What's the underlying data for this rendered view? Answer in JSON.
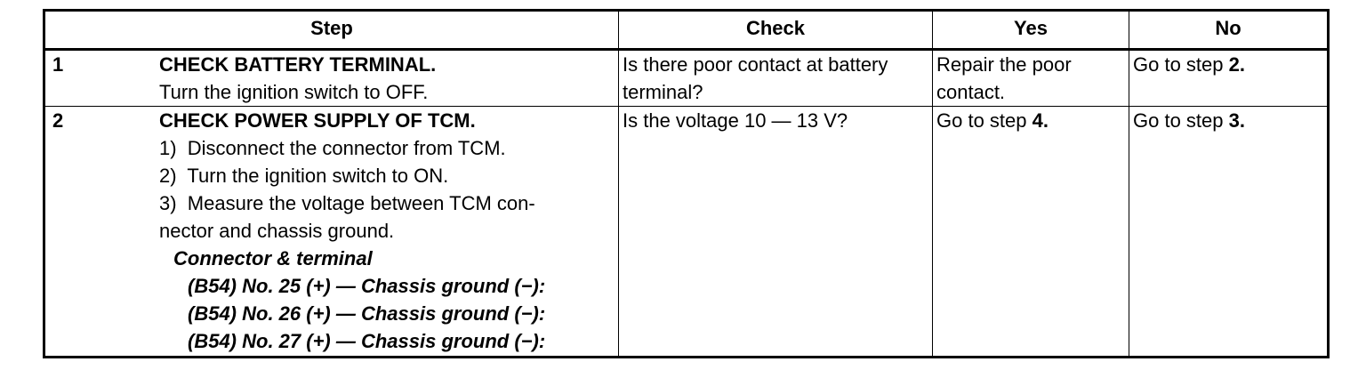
{
  "table": {
    "headers": {
      "step": "Step",
      "check": "Check",
      "yes": "Yes",
      "no": "No"
    },
    "rows": [
      {
        "number": "1",
        "title": "CHECK BATTERY TERMINAL.",
        "instructions": [
          "Turn the ignition switch to OFF."
        ],
        "check_line1": "Is there poor contact at battery",
        "check_line2": "terminal?",
        "yes_line1": "Repair the poor",
        "yes_line2": "contact.",
        "no_prefix": "Go to step ",
        "no_step": "2."
      },
      {
        "number": "2",
        "title": "CHECK POWER SUPPLY OF TCM.",
        "instructions": [
          "1)  Disconnect the connector from TCM.",
          "2)  Turn the ignition switch to ON.",
          "3)  Measure the voltage between TCM con-",
          "nector and chassis ground."
        ],
        "connector_title": "Connector & terminal",
        "connector_items": [
          "(B54) No. 25 (+) — Chassis ground (−):",
          "(B54) No. 26 (+) — Chassis ground (−):",
          "(B54) No. 27 (+) — Chassis ground (−):"
        ],
        "check_line1": "Is the voltage 10 — 13 V?",
        "yes_prefix": "Go to step ",
        "yes_step": "4.",
        "no_prefix": "Go to step ",
        "no_step": "3."
      }
    ]
  }
}
